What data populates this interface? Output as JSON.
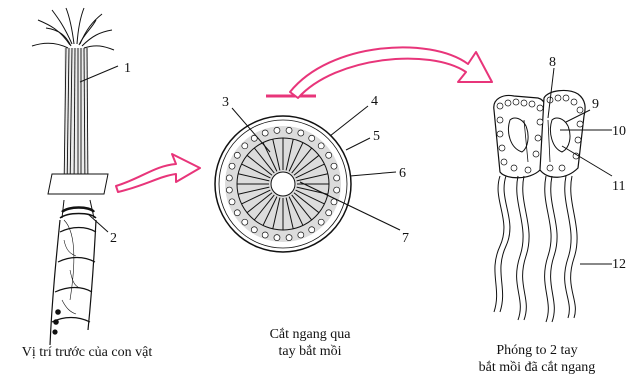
{
  "colors": {
    "ink": "#111111",
    "arrow": "#e8357a",
    "paper": "#ffffff"
  },
  "labels": {
    "n1": "1",
    "n2": "2",
    "n3": "3",
    "n4": "4",
    "n5": "5",
    "n6": "6",
    "n7": "7",
    "n8": "8",
    "n9": "9",
    "n10": "10",
    "n11": "11",
    "n12": "12"
  },
  "captions": {
    "left": "Vị trí trước của con vật",
    "middle_line1": "Cắt ngang qua",
    "middle_line2": "tay bắt mồi",
    "right_line1": "Phóng to 2 tay",
    "right_line2": "bắt mồi đã cắt ngang"
  }
}
